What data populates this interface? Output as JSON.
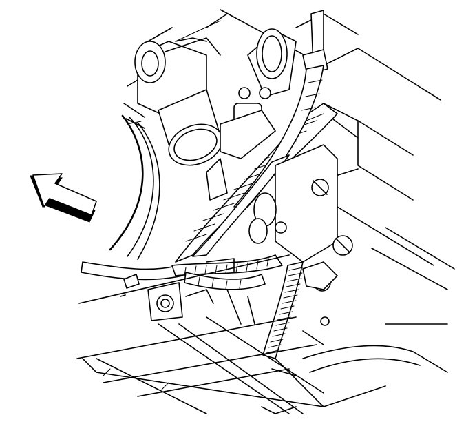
{
  "diagram": {
    "components": [
      {
        "id": "starter-motor",
        "icon": "starter-motor-drawing"
      },
      {
        "id": "harness-conduit",
        "icon": "wiring-harness-drawing"
      },
      {
        "id": "corrugated-hose",
        "icon": "corrugated-hose-drawing"
      },
      {
        "id": "flywheel-housing",
        "icon": "flywheel-housing-drawing"
      },
      {
        "id": "oil-pan",
        "icon": "oil-pan-drawing"
      },
      {
        "id": "front-arrow",
        "icon": "direction-arrow-icon"
      }
    ],
    "colors": {
      "line": "#000000",
      "background": "#ffffff"
    }
  }
}
